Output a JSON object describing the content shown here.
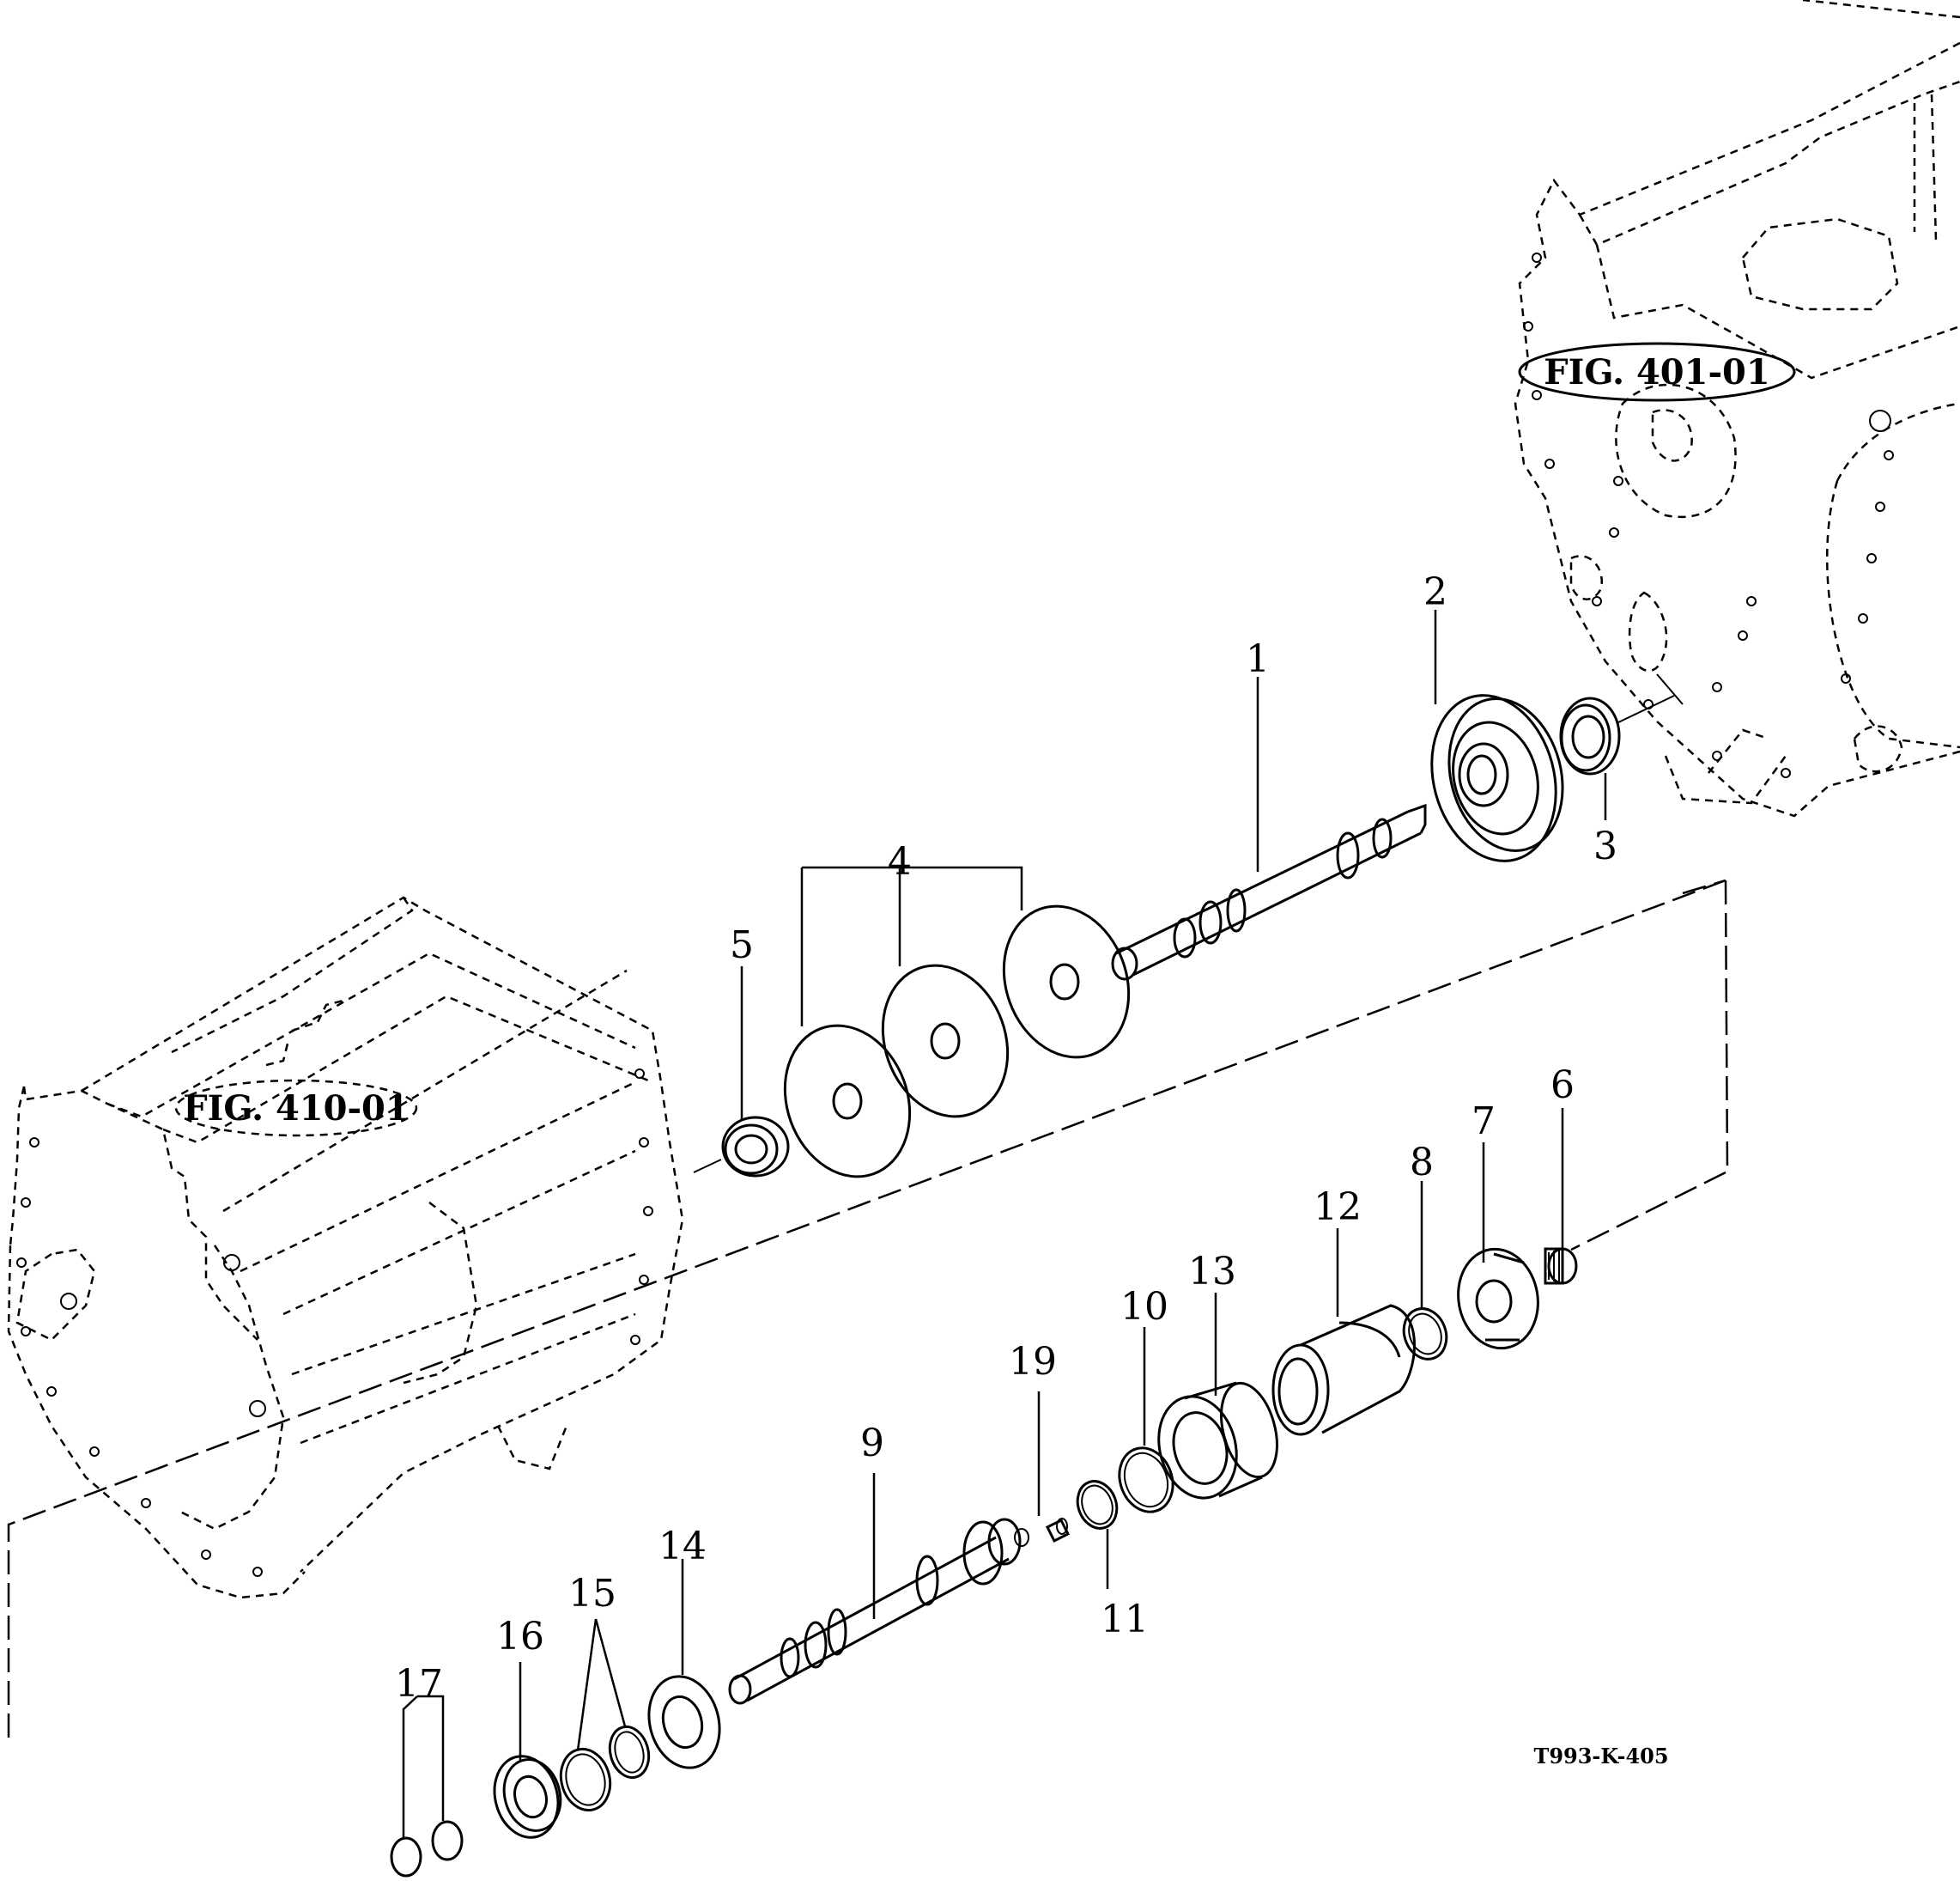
{
  "figure_refs": {
    "rear_housing": "FIG. 401-01",
    "front_housing": "FIG. 410-01"
  },
  "drawing_code": "T993-K-405",
  "callouts": [
    "1",
    "2",
    "3",
    "4",
    "5",
    "6",
    "7",
    "8",
    "9",
    "10",
    "11",
    "12",
    "13",
    "14",
    "15",
    "16",
    "17",
    "19"
  ]
}
